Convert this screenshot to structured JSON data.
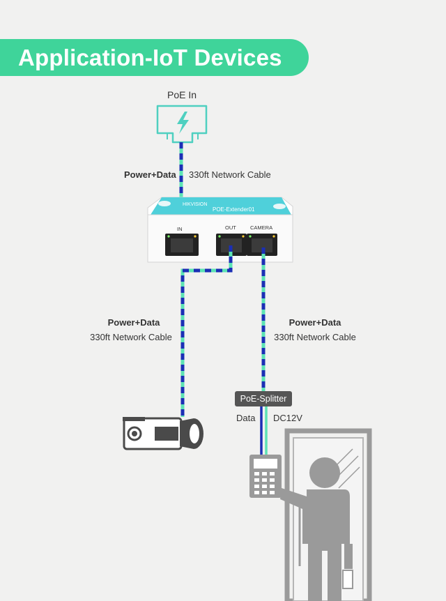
{
  "header": {
    "title": "Application-IoT Devices"
  },
  "colors": {
    "accent": "#3fd49a",
    "cable_blue": "#1b2fb5",
    "cable_green": "#5de3b4",
    "device_teal": "#4fd0da",
    "gray": "#9a9a9a"
  },
  "poe_in": {
    "label": "PoE In",
    "icon": "ethernet-power-icon"
  },
  "top_cable": {
    "left_label": "Power+Data",
    "right_label": "330ft Network Cable"
  },
  "extender": {
    "brand": "HIKVISION",
    "model": "POE-Extender01",
    "ports": [
      {
        "label": "IN"
      },
      {
        "label": "OUT"
      },
      {
        "label": "CAMERA"
      }
    ]
  },
  "left_cable": {
    "line1": "Power+Data",
    "line2": "330ft Network Cable"
  },
  "right_cable": {
    "line1": "Power+Data",
    "line2": "330ft Network Cable"
  },
  "splitter": {
    "label": "PoE-Splitter",
    "out_left": "Data",
    "out_right": "DC12V"
  },
  "devices": {
    "camera": "bullet-camera-icon",
    "keypad": "access-control-keypad-icon",
    "person": "person-icon",
    "door": "door-icon"
  }
}
